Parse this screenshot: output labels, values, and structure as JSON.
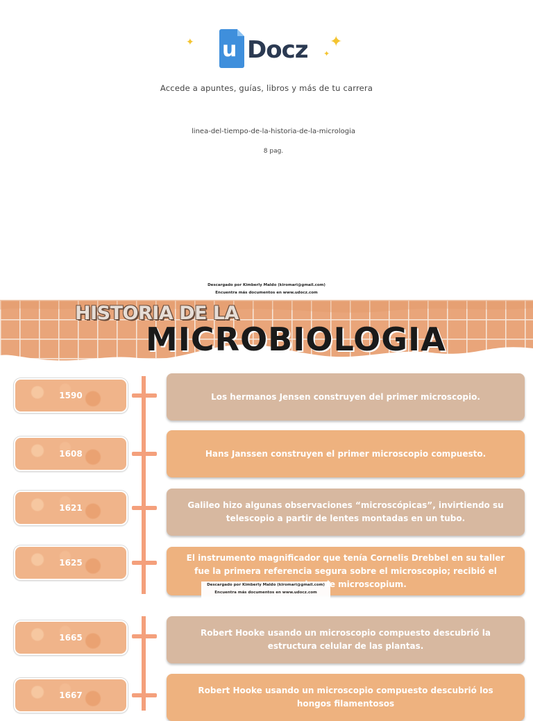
{
  "header": {
    "logo_letter": "u",
    "logo_word": "Docz",
    "tagline": "Accede a apuntes, guías, libros y más de tu carrera",
    "document_name": "linea-del-tiempo-de-la-historia-de-la-micrologia",
    "pages": "8 pag.",
    "credit_line1": "Descargado por Kimberly Maldo (kiromari@gmail.com)",
    "credit_line2": "Encuentra más documentos en www.udocz.com"
  },
  "banner": {
    "line1": "HISTORIA DE LA",
    "line2": "MICROBIOLOGIA"
  },
  "timeline": [
    {
      "year": "1590",
      "text": "Los hermanos Jensen construyen del primer microscopio.",
      "color": "tan"
    },
    {
      "year": "1608",
      "text": "Hans Janssen construyen el primer microscopio compuesto.",
      "color": "orange"
    },
    {
      "year": "1621",
      "text": "Galileo hizo algunas observaciones “microscópicas”, invirtiendo su telescopio a partir de lentes montadas en un tubo.",
      "color": "tan"
    },
    {
      "year": "1625",
      "text": "El instrumento magnificador que tenía Cornelis Drebbel  en su taller fue la primera referencia segura sobre el microscopio; recibió el nombre de microscopium.",
      "color": "orange"
    },
    {
      "year": "1665",
      "text": "Robert Hooke usando un microscopio compuesto descubrió la estructura celular de las plantas.",
      "color": "tan"
    },
    {
      "year": "1667",
      "text": "Robert Hooke usando un microscopio compuesto descubrió los hongos filamentosos",
      "color": "orange"
    }
  ],
  "stamp": {
    "line1": "Descargado por Kimberly Maldo (kiromari@gmail.com)",
    "line2": "Encuentra más documentos en www.udocz.com"
  },
  "colors": {
    "timeline_line": "#f4a07c",
    "card_tan": "#d7b8a0",
    "card_orange": "#eeb27f",
    "logo_blue": "#3f8fdc",
    "logo_text": "#2b3a52",
    "sparkle": "#f4c430"
  }
}
